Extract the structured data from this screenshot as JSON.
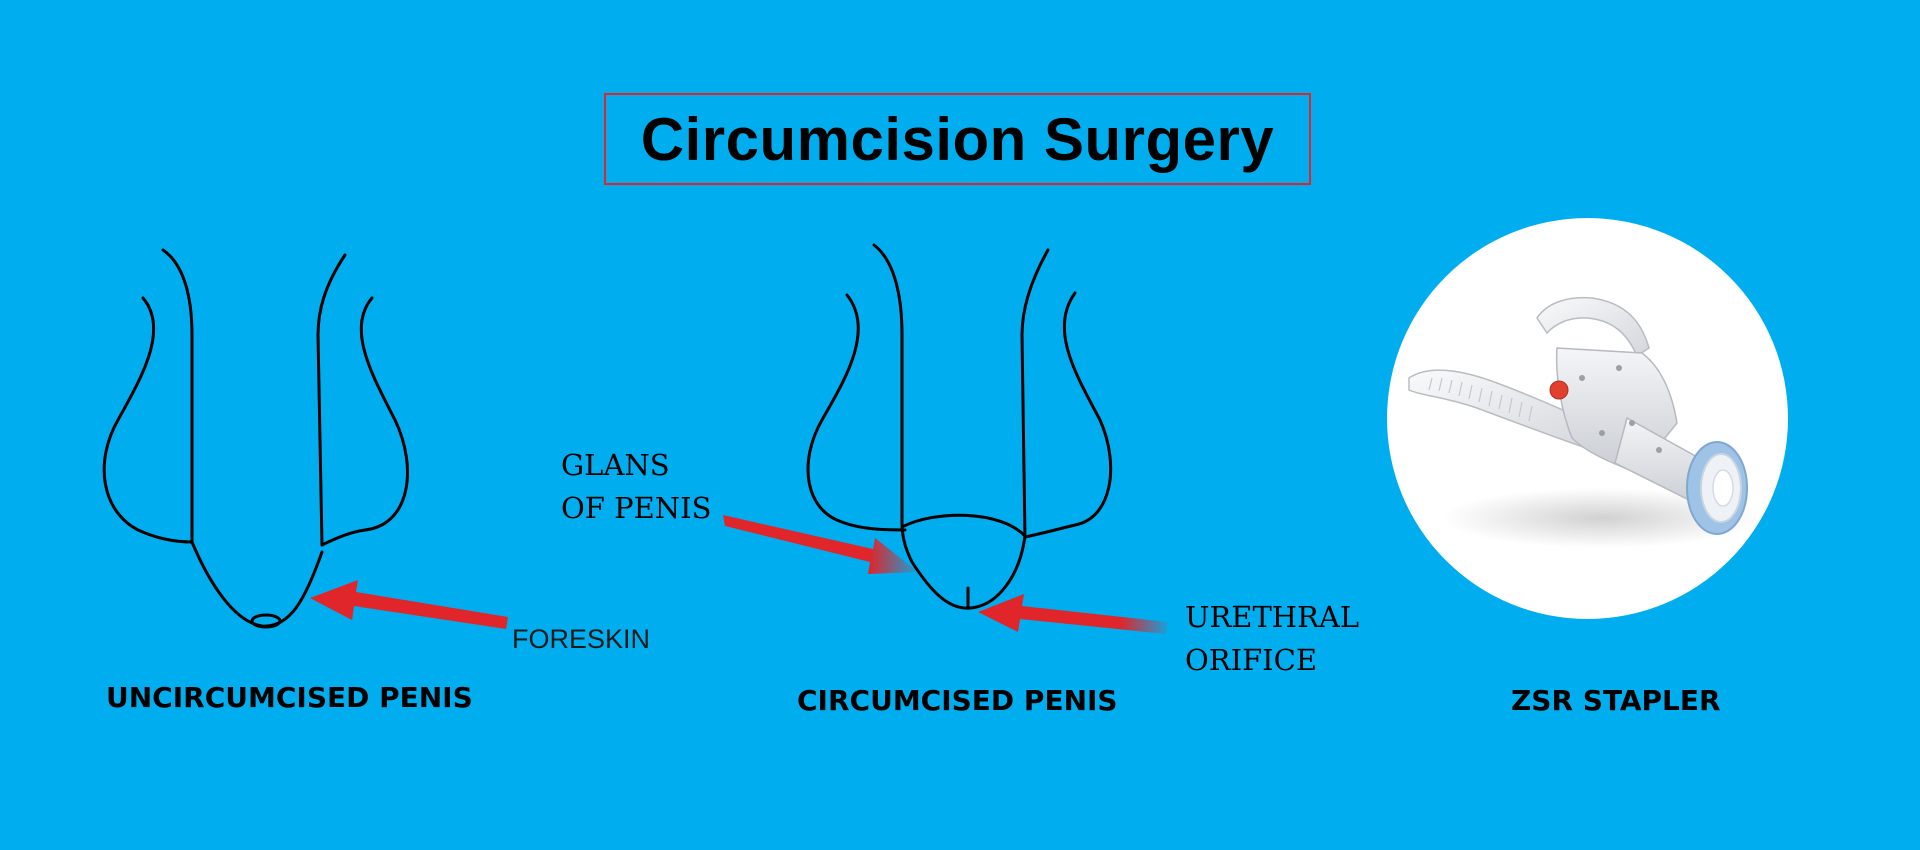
{
  "title": "Circumcision Surgery",
  "captions": {
    "uncircumcised": "UNCIRCUMCISED PENIS",
    "circumcised": "CIRCUMCISED PENIS",
    "stapler": "ZSR STAPLER"
  },
  "labels": {
    "foreskin": "FORESKIN",
    "glans_line1": "GLANS",
    "glans_line2": "OF PENIS",
    "urethral_line1": "URETHRAL",
    "urethral_line2": "ORIFICE"
  },
  "colors": {
    "background": "#00AEEF",
    "arrow": "#E0252B",
    "title_border": "#E0252B",
    "stapler_accent": "#9EC3E6",
    "stapler_button": "#E2402F"
  }
}
